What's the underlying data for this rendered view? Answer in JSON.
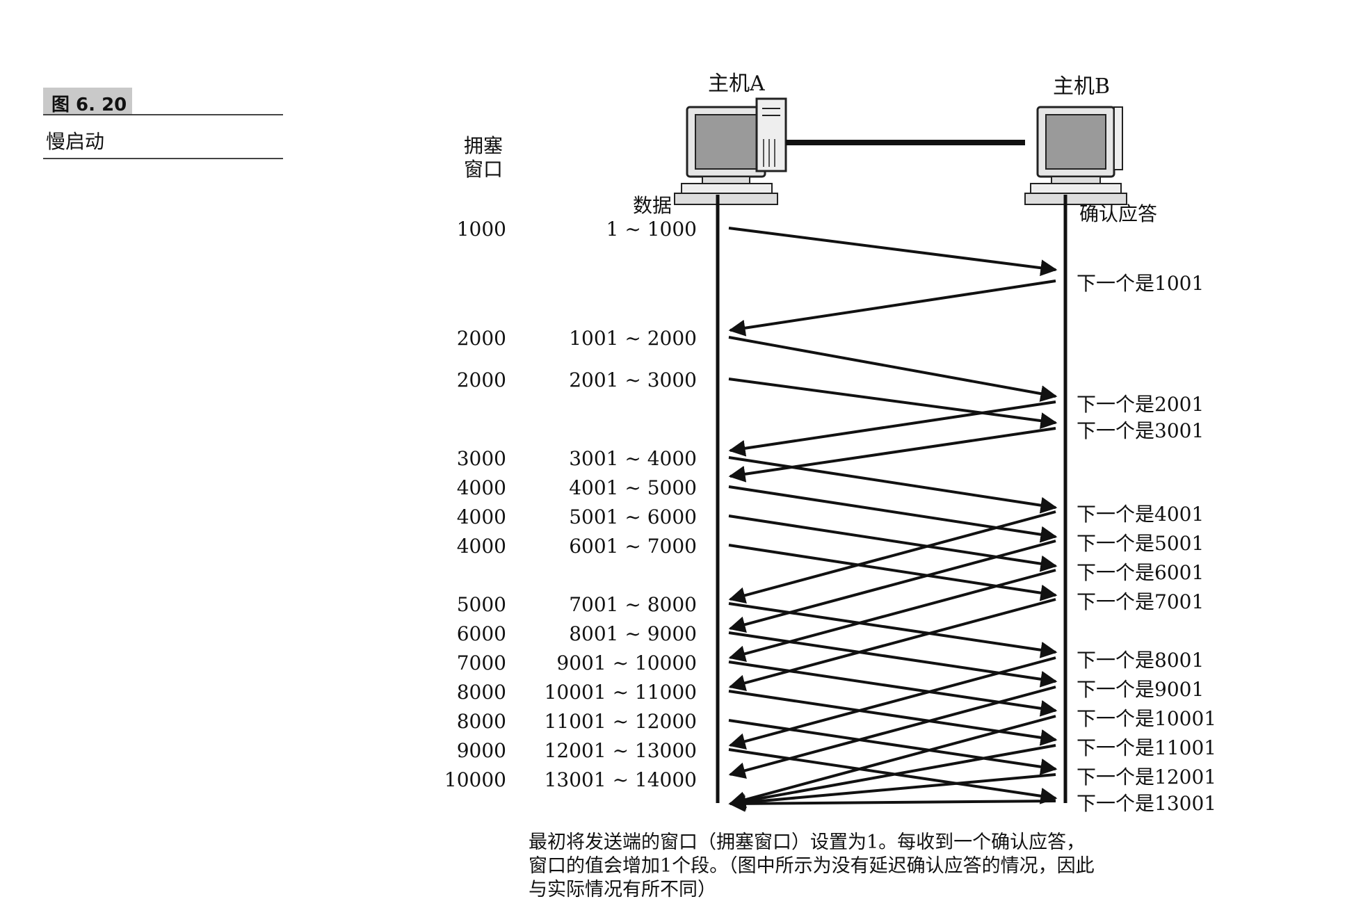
{
  "figure": {
    "number": "图 6. 20",
    "title": "慢启动"
  },
  "hosts": {
    "a": "主机A",
    "b": "主机B"
  },
  "headers": {
    "cwnd_line1": "拥塞",
    "cwnd_line2": "窗口",
    "data": "数据",
    "ack": "确认应答"
  },
  "rows": [
    {
      "cwnd": "1000",
      "data": "1 ~ 1000"
    },
    {
      "cwnd": "2000",
      "data": "1001 ~ 2000"
    },
    {
      "cwnd": "2000",
      "data": "2001 ~ 3000"
    },
    {
      "cwnd": "3000",
      "data": "3001 ~ 4000"
    },
    {
      "cwnd": "4000",
      "data": "4001 ~ 5000"
    },
    {
      "cwnd": "4000",
      "data": "5001 ~ 6000"
    },
    {
      "cwnd": "4000",
      "data": "6001 ~ 7000"
    },
    {
      "cwnd": "5000",
      "data": "7001 ~ 8000"
    },
    {
      "cwnd": "6000",
      "data": "8001 ~ 9000"
    },
    {
      "cwnd": "7000",
      "data": "9001 ~ 10000"
    },
    {
      "cwnd": "8000",
      "data": "10001 ~ 11000"
    },
    {
      "cwnd": "8000",
      "data": "11001 ~ 12000"
    },
    {
      "cwnd": "9000",
      "data": "12001 ~ 13000"
    },
    {
      "cwnd": "10000",
      "data": "13001 ~ 14000"
    }
  ],
  "acks": [
    "下一个是1001",
    "下一个是2001",
    "下一个是3001",
    "下一个是4001",
    "下一个是5001",
    "下一个是6001",
    "下一个是7001",
    "下一个是8001",
    "下一个是9001",
    "下一个是10001",
    "下一个是11001",
    "下一个是12001",
    "下一个是13001"
  ],
  "caption": "最初将发送端的窗口（拥塞窗口）设置为1。每收到一个确认应答，\n窗口的值会增加1个段。（图中所示为没有延迟确认应答的情况，因此\n与实际情况有所不同）"
}
